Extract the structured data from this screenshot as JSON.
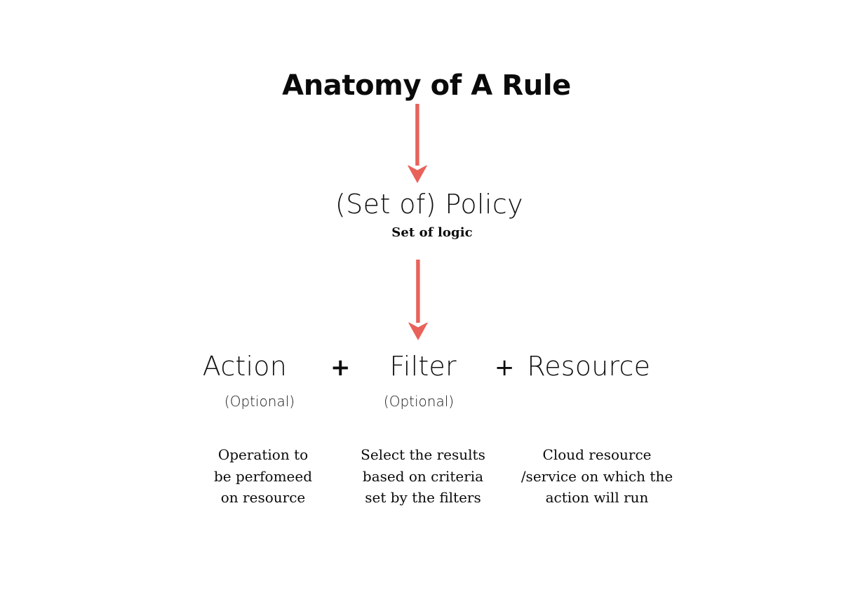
{
  "diagram": {
    "title": "Anatomy of A Rule",
    "accent_color": "#e8625a",
    "background_color": "#ffffff",
    "text_color": "#0a0a0a",
    "policy": {
      "label": "(Set of) Policy",
      "subtitle": "Set of logic"
    },
    "formula": {
      "operator_1": "+",
      "operator_2": "+",
      "terms": [
        {
          "label": "Action",
          "optional_label": "(Optional)",
          "description_lines": [
            "Operation to",
            "be perfomeed",
            "on resource"
          ]
        },
        {
          "label": "Filter",
          "optional_label": "(Optional)",
          "description_lines": [
            "Select the results",
            "based on criteria",
            "set by the filters"
          ]
        },
        {
          "label": "Resource",
          "optional_label": "",
          "description_lines": [
            "Cloud resource",
            "/service on which the",
            "action will run"
          ]
        }
      ]
    },
    "arrows": [
      {
        "name": "arrow-title-to-policy",
        "direction": "down"
      },
      {
        "name": "arrow-policy-to-formula",
        "direction": "down"
      }
    ]
  }
}
